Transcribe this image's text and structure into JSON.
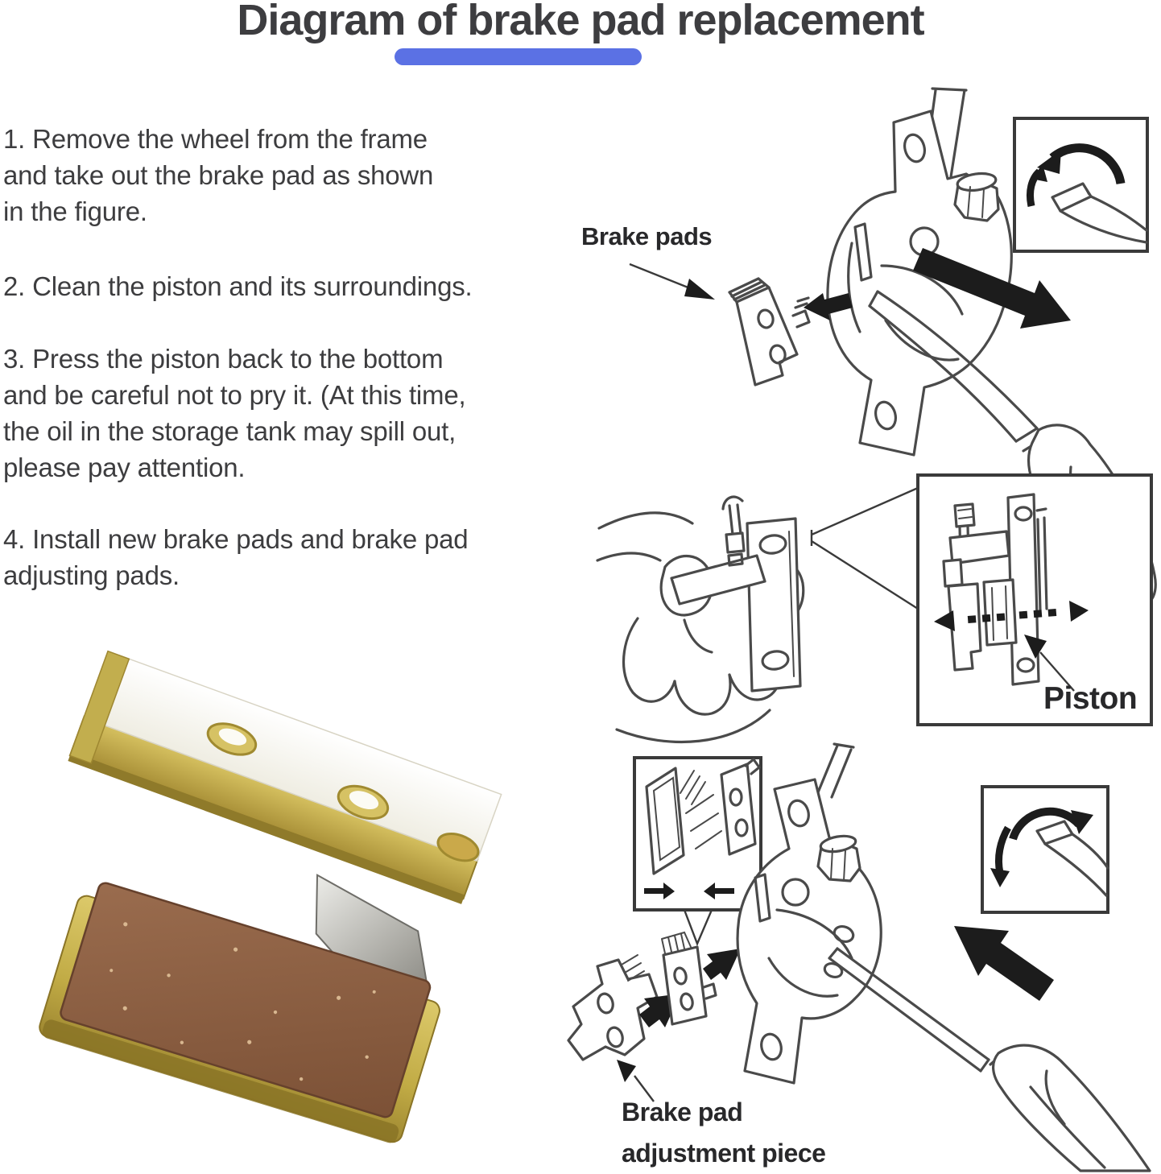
{
  "title": "Diagram of brake pad replacement",
  "instructions": [
    "1. Remove the wheel from the frame\nand take out the brake pad as shown\nin the figure.",
    "2. Clean the piston and its surroundings.",
    "3. Press the piston back to the bottom\nand be careful not to pry it. (At this time,\nthe oil in the storage tank may spill out,\nplease pay attention.",
    "4. Install new brake pads and brake pad\nadjusting pads."
  ],
  "callouts": {
    "brake_pads": "Brake pads",
    "piston": "Piston",
    "adjustment_piece": "Brake pad\nadjustment piece"
  },
  "colors": {
    "accent_bar": "#5b71e4",
    "line_art": "#4a4a4a",
    "text": "#3d3d3f",
    "arrow_black": "#1c1c1c",
    "pad_gold": "#c9b24c",
    "pad_friction_brown": "#8a5c42",
    "pad_clip_silver": "#b0aea6",
    "pad_back_white": "#f7f5ec"
  }
}
